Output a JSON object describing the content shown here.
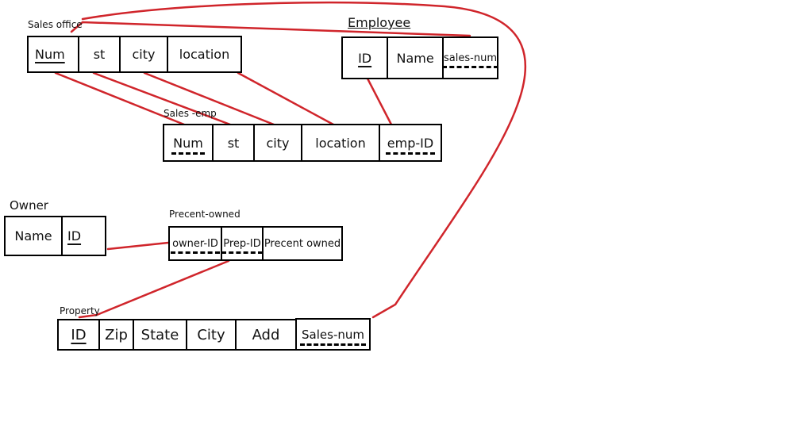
{
  "tables": {
    "sales_office": {
      "title": "Sales office",
      "cols": [
        "Num",
        "st",
        "city",
        "location"
      ]
    },
    "employee": {
      "title": "Employee",
      "cols": [
        "ID",
        "Name",
        "sales-num"
      ]
    },
    "sales_emp": {
      "title": "Sales -emp",
      "cols": [
        "Num",
        "st",
        "city",
        "location",
        "emp-ID"
      ]
    },
    "owner": {
      "title": "Owner",
      "cols": [
        "Name",
        "ID"
      ]
    },
    "precent_owned": {
      "title": "Precent-owned",
      "cols": [
        "owner-ID",
        "Prep-ID",
        "Precent owned"
      ]
    },
    "property": {
      "title": "Property",
      "cols": [
        "ID",
        "Zip",
        "State",
        "City",
        "Add",
        "Sales-num"
      ]
    }
  },
  "colors": {
    "link": "#d0252b",
    "border": "#000000"
  }
}
